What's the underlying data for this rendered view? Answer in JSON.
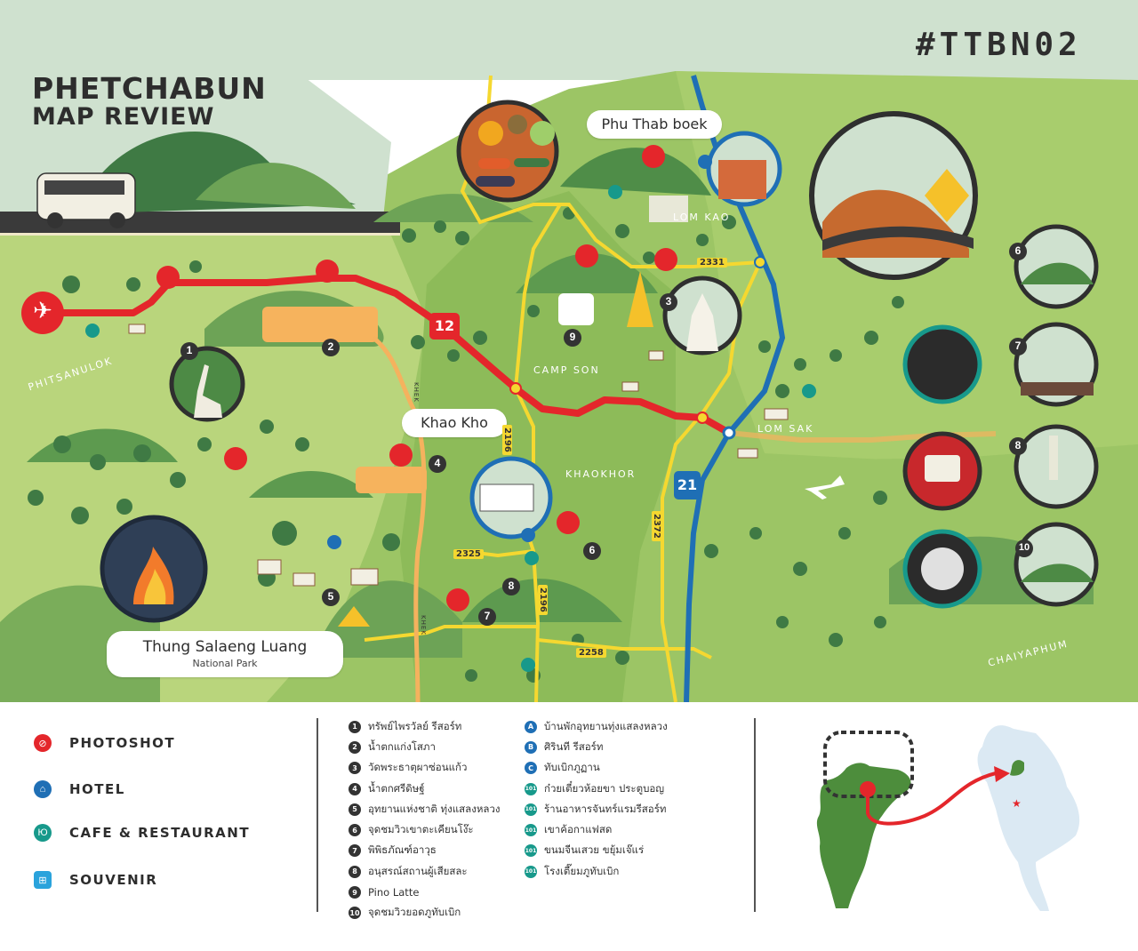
{
  "title": {
    "line1": "PHETCHABUN",
    "line2": "MAP REVIEW"
  },
  "hashtag": "#TTBN02",
  "callouts": {
    "phu_thab_boek": "Phu Thab boek",
    "khao_kho": "Khao Kho",
    "thung_salaeng_luang": "Thung Salaeng Luang",
    "national_park": "National Park"
  },
  "map_labels": {
    "phitsanulok": "PHITSANULOK",
    "lom_kao": "LOM KAO",
    "camp_son": "CAMP SON",
    "lom_sak": "LOM SAK",
    "khaokhor": "KHAOKHOR",
    "chaiyaphum": "CHAIYAPHUM",
    "khek": "KHEK"
  },
  "roads": {
    "r12": "12",
    "r21": "21",
    "r2331": "2331",
    "r2196": "2196",
    "r2325": "2325",
    "r2372": "2372",
    "r2258": "2258"
  },
  "markers": [
    "1",
    "2",
    "3",
    "4",
    "5",
    "6",
    "7",
    "8",
    "9",
    "10"
  ],
  "icons": {
    "photoshot": "camera-icon",
    "hotel": "house-icon",
    "cafe": "restaurant-icon",
    "souvenir": "gift-grid-icon",
    "airport": "airplane-icon",
    "camera_glyph": "⊘",
    "hotel_glyph": "⌂",
    "cafe_glyph": "Ю",
    "souvenir_glyph": "⊞"
  },
  "colors": {
    "photoshot": "#e4262b",
    "hotel": "#1f6fb5",
    "cafe": "#17998b",
    "souvenir": "#2aa3dc",
    "road_red": "#e4262b",
    "road_yellow": "#f5d830",
    "road_blue": "#1f6fb5",
    "road_orange": "#f5b25e",
    "map_green": "#9cc565",
    "sky": "#cfe1cf",
    "thailand_green": "#4d8d3c",
    "thailand_blue": "#dbe9f3"
  },
  "legend": [
    {
      "label": "PHOTOSHOT"
    },
    {
      "label": "HOTEL"
    },
    {
      "label": "CAFE & RESTAURANT"
    },
    {
      "label": "SOUVENIR"
    }
  ],
  "places": [
    {
      "num": "1",
      "name": "ทรัพย์ไพรวัลย์ รีสอร์ท"
    },
    {
      "num": "2",
      "name": "น้ำตกแก่งโสภา"
    },
    {
      "num": "3",
      "name": "วัดพระธาตุผาซ่อนแก้ว"
    },
    {
      "num": "4",
      "name": "น้ำตกศรีดิษฐ์"
    },
    {
      "num": "5",
      "name": "อุทยานแห่งชาติ ทุ่งแสลงหลวง"
    },
    {
      "num": "6",
      "name": "จุดชมวิวเขาตะเคียนโง๊ะ"
    },
    {
      "num": "7",
      "name": "พิพิธภัณฑ์อาวุธ"
    },
    {
      "num": "8",
      "name": "อนุสรณ์สถานผู้เสียสละ"
    },
    {
      "num": "9",
      "name": "Pino Latte"
    },
    {
      "num": "10",
      "name": "จุดชมวิวยอดภูทับเบิก"
    }
  ],
  "services": [
    {
      "code": "A",
      "type": "hotel",
      "name": "บ้านพักอุทยานทุ่งแสลงหลวง"
    },
    {
      "code": "B",
      "type": "hotel",
      "name": "ศิรินที รีสอร์ท"
    },
    {
      "code": "C",
      "type": "hotel",
      "name": "ทับเบิกภูฏาน"
    },
    {
      "code": "101",
      "type": "cafe",
      "name": "ก๋วยเตี๋ยวห้อยขา ประตูบอญ"
    },
    {
      "code": "101",
      "type": "cafe",
      "name": "ร้านอาหารจันทร์แรมรีสอร์ท"
    },
    {
      "code": "101",
      "type": "cafe",
      "name": "เขาค้อกาแฟสด"
    },
    {
      "code": "101",
      "type": "cafe",
      "name": "ขนมจีนเสวย ขยุ้มเจ๊แร่"
    },
    {
      "code": "101",
      "type": "cafe",
      "name": "โรงเตี๊ยมภูทับเบิก"
    }
  ]
}
